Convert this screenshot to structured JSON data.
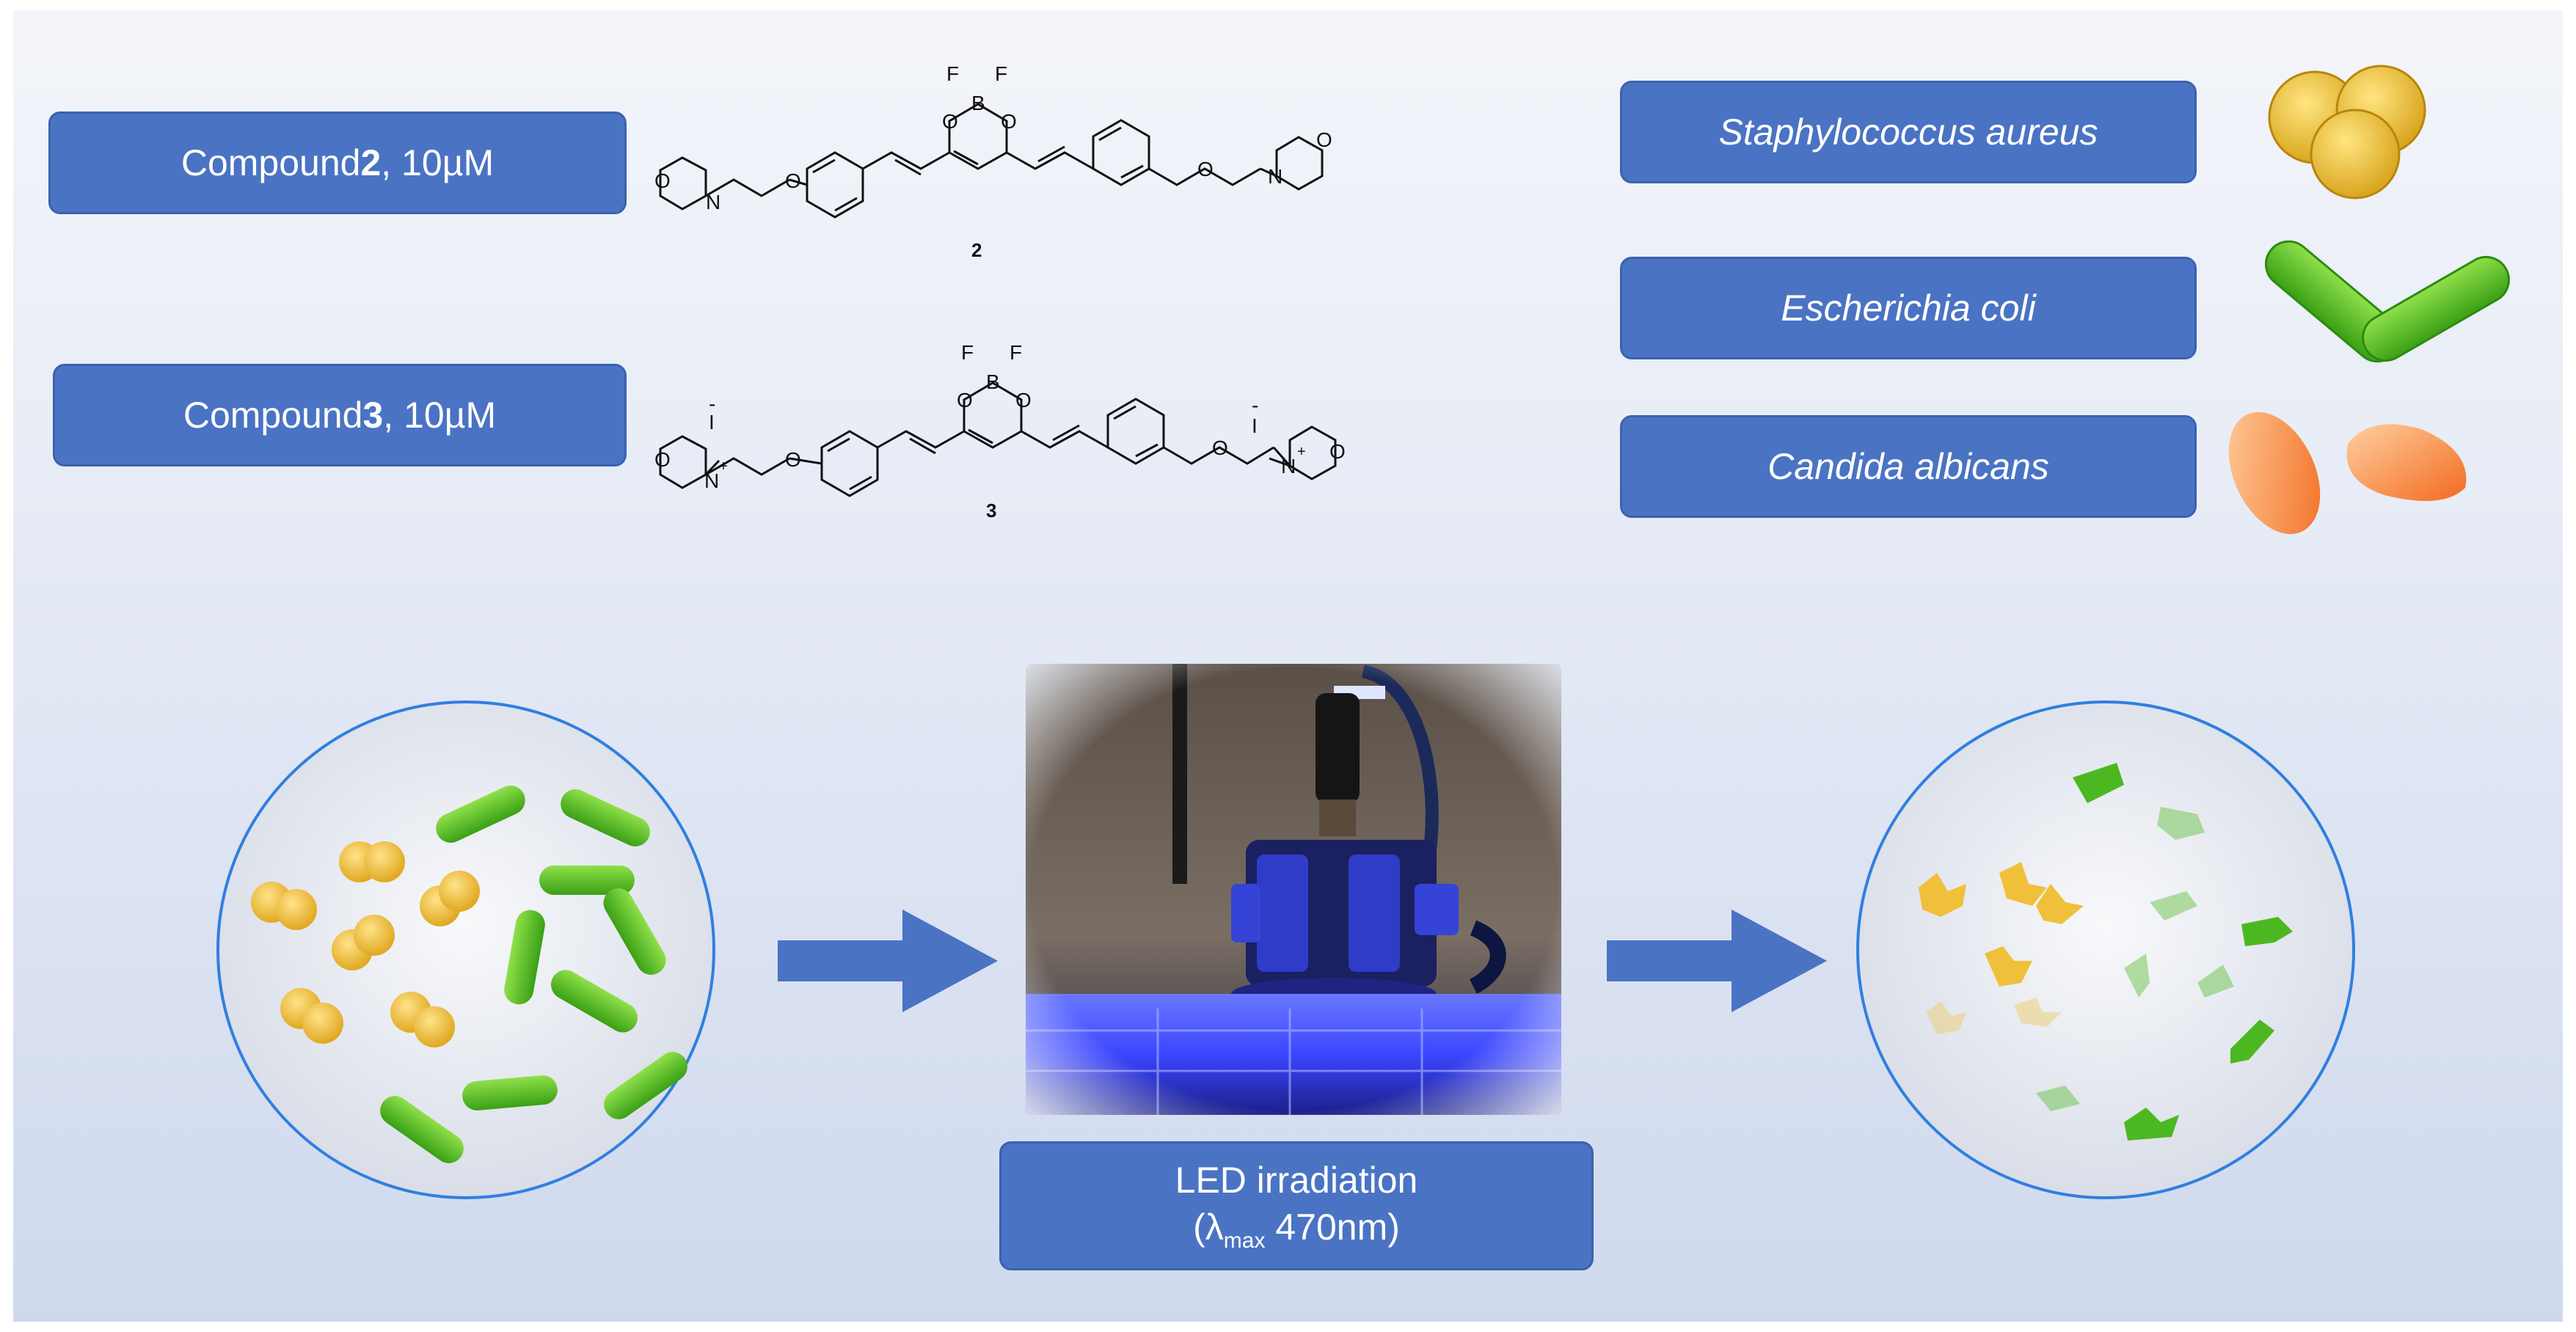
{
  "compound2": {
    "prefix": "Compound ",
    "num": "2",
    "suffix": ", 10µM"
  },
  "compound3": {
    "prefix": "Compound ",
    "num": "3",
    "suffix": " , 10µM"
  },
  "structure_labels": {
    "F": "F",
    "B": "B",
    "O": "O",
    "N": "N",
    "N_plus": "N",
    "plus": "+",
    "I": "I",
    "minus": "-",
    "label2": "2",
    "label3": "3"
  },
  "organisms": [
    {
      "name": "Staphylococcus aureus"
    },
    {
      "name": "Escherichia coli"
    },
    {
      "name": "Candida albicans"
    }
  ],
  "led": {
    "line1": "LED irradiation",
    "lambda": "(λ",
    "sub": "max",
    "rest": " 470nm)"
  },
  "colors": {
    "pill_fill": "#4a73c4",
    "staph_yellow": "#f0c53a",
    "ecoli_green": "#5ec42a",
    "candida_orange": "#f4894a",
    "arrow_blue": "#4a73c4",
    "led_blue": "#3b46ff"
  },
  "icons": [
    "arrow-right-icon",
    "arrow-right-icon"
  ]
}
